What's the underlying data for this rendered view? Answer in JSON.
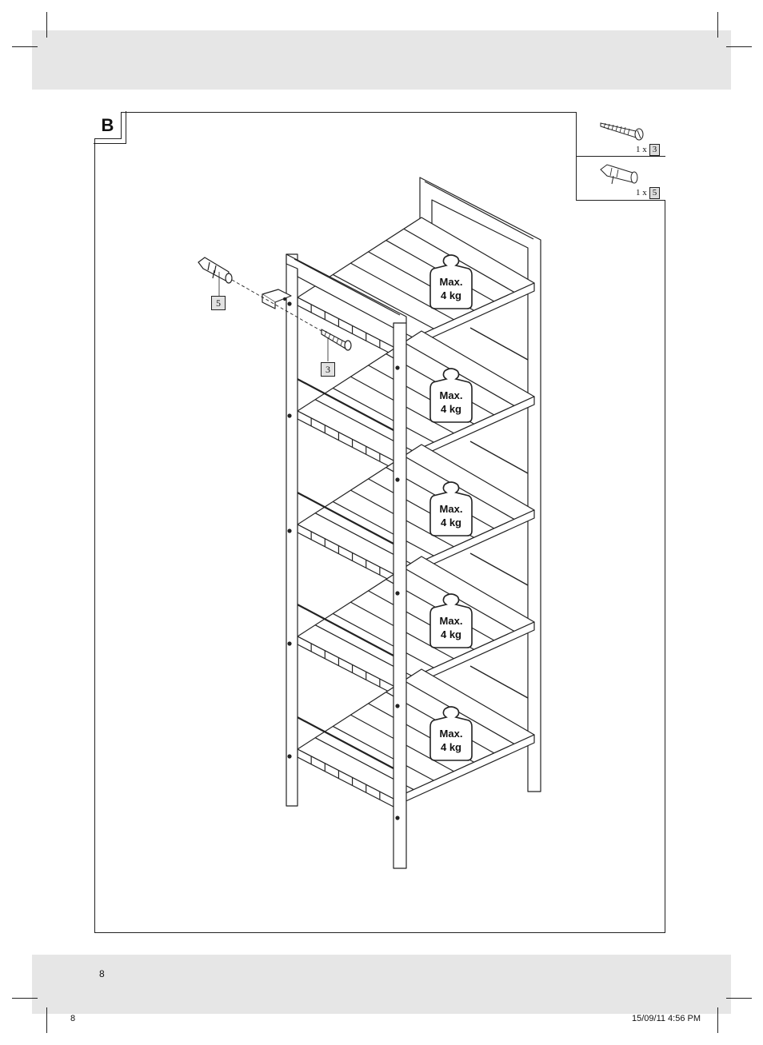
{
  "step": {
    "letter": "B"
  },
  "parts": [
    {
      "qty_label": "1 x",
      "part_number": "3",
      "icon": "screw-icon"
    },
    {
      "qty_label": "1 x",
      "part_number": "5",
      "icon": "wall-plug-icon"
    }
  ],
  "callouts": {
    "wall_plug": "5",
    "screw": "3"
  },
  "shelves": [
    {
      "max_label": "Max.",
      "load_label": "4 kg"
    },
    {
      "max_label": "Max.",
      "load_label": "4 kg"
    },
    {
      "max_label": "Max.",
      "load_label": "4 kg"
    },
    {
      "max_label": "Max.",
      "load_label": "4 kg"
    },
    {
      "max_label": "Max.",
      "load_label": "4 kg"
    }
  ],
  "page": {
    "number": "8"
  },
  "footer": {
    "left": "8",
    "right": "15/09/11   4:56 PM"
  }
}
